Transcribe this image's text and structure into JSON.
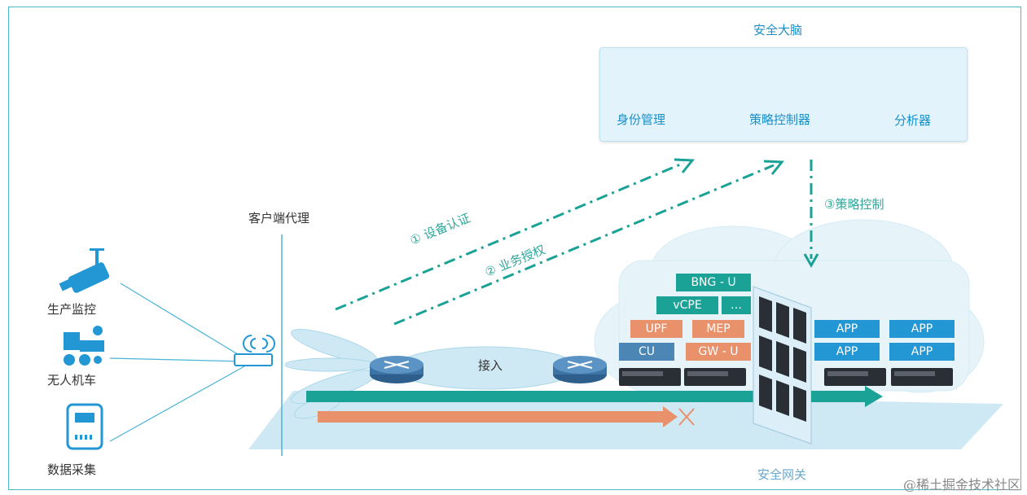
{
  "brain": {
    "title": "安全大脑",
    "identity": "身份管理",
    "policy": "策略控制器",
    "analyzer": "分析器"
  },
  "devices": {
    "monitor": "生产监控",
    "vehicle": "无人机车",
    "collect": "数据采集"
  },
  "client_proxy": "客户端代理",
  "steps": {
    "auth": "① 设备认证",
    "authorize": "② 业务授权",
    "policy": "③策略控制"
  },
  "access": "接入",
  "nodes": {
    "bng": "BNG - U",
    "vcpe": "vCPE",
    "more": "…",
    "upf": "UPF",
    "mep": "MEP",
    "cu": "CU",
    "gw": "GW - U"
  },
  "apps": [
    "APP",
    "APP",
    "APP",
    "APP"
  ],
  "gateway": "安全网关",
  "watermark": "@稀土掘金技术社区",
  "colors": {
    "teal": "#1aa296",
    "orange": "#e8916a",
    "blue": "#2396d4",
    "cloud": "#e6f4f9"
  }
}
